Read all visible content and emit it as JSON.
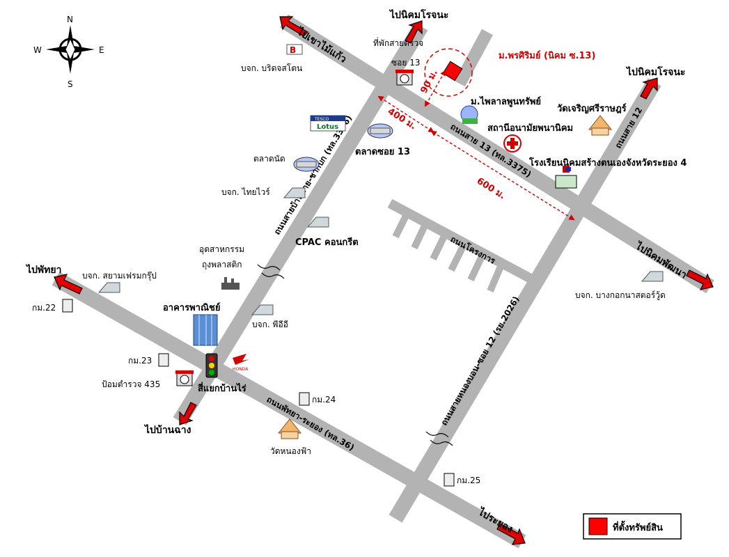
{
  "compass": {
    "n": "N",
    "s": "S",
    "e": "E",
    "w": "W"
  },
  "colors": {
    "road": "#b3b3b3",
    "arrow": "#e00000",
    "marker": "#ff0000",
    "distance": "#d40000"
  },
  "destinations": {
    "top_left": "ไปเขาไม้แก้ว",
    "top_center": "ไปนิคมโรจนะ",
    "top_right": "ไปนิคมโรจนะ",
    "right": "ไปนิคมพัฒนา",
    "left": "ไปพัทยา",
    "bottom_left": "ไปบ้านฉาง",
    "bottom_right": "ไประยอง"
  },
  "roads": {
    "diag_main": "ถนนสาย 13 (ทล.3375)",
    "left_vertical": "ถนนสายบ้านค่าย-ชากบก (ทล.3376)",
    "right_upper": "ถนนสาย 12",
    "right_lower": "ถนนสายหนองบอน-ซอย 12 (รย.2026)",
    "bottom": "ถนนพัทยา-ระยอง (ทล.36)",
    "project": "ถนนโครงการ"
  },
  "property": {
    "name": "ม.พรศิริมย์ (นิคม ซ.13)",
    "marker_icon": "red-square-marker"
  },
  "distances": {
    "d1": "90 ม.",
    "d2": "400 ม.",
    "d3": "600 ม."
  },
  "places": {
    "bridgestone": "บจก. บริดจสโตน",
    "police_box": "ที่พักสายตรวจ",
    "soi13": "ซอย 13",
    "village": "ม.ไพลาลพูนทรัพย์",
    "health": "สถานีอนามัยพนานิคม",
    "temple1": "วัดเจริญศรีราษฎร์",
    "school": "โรงเรียนนิคมสร้างตนเองจังหวัดระยอง 4",
    "lotus_brand": "TESCO",
    "lotus_name": "Lotus",
    "market13": "ตลาดซอย  13",
    "market_nat": "ตลาดนัด",
    "thaiwire": "บจก. ไทยไวร์",
    "cpac": "CPAC คอนกรีต",
    "plastic_line1": "อุตสาหกรรม",
    "plastic_line2": "ถุงพลาสติก",
    "siam": "บจก. สยามเฟรมกรุ๊ป",
    "km22": "กม.22",
    "commercial": "อาคารพาณิชย์",
    "pe": "บจก. พีอีอี",
    "km23": "กม.23",
    "police435": "ป้อมตำรวจ  435",
    "intersection": "สี่แยกบ้านไร่",
    "km24": "กม.24",
    "temple2": "วัดหนองฟ้า",
    "km25": "กม.25",
    "bangkok_nas": "บจก. บางกอกนาสตอร์วู้ด",
    "honda": "HONDA"
  },
  "legend": {
    "label": "ที่ตั้งทรัพย์สิน"
  }
}
